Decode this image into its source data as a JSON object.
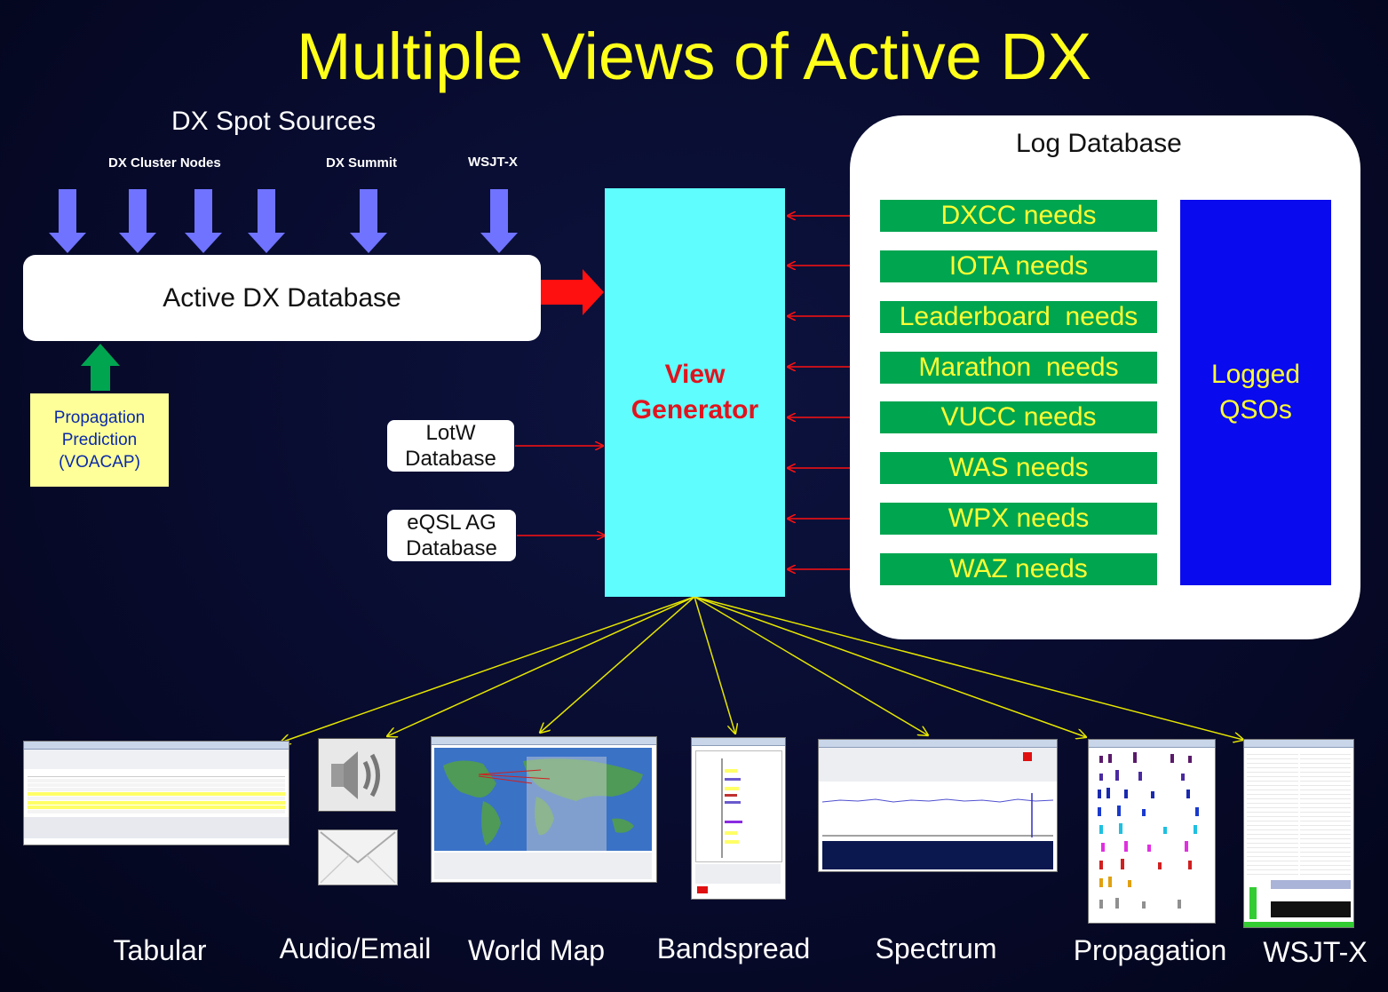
{
  "title": "Multiple Views of Active DX",
  "spot_sources": {
    "heading": "DX Spot Sources",
    "cluster_label": "DX Cluster Nodes",
    "summit_label": "DX Summit",
    "wsjtx_label": "WSJT-X"
  },
  "active_db": {
    "label": "Active DX Database"
  },
  "propagation_box": {
    "lines": [
      "Propagation",
      "Prediction",
      "(VOACAP)"
    ]
  },
  "lotw": {
    "lines": [
      "LotW",
      "Database"
    ]
  },
  "eqsl": {
    "lines": [
      "eQSL AG",
      "Database"
    ]
  },
  "view_generator": {
    "lines": [
      "View",
      "Generator"
    ]
  },
  "log_database": {
    "title": "Log Database",
    "needs": [
      "DXCC needs",
      "IOTA needs",
      "Leaderboard  needs",
      "Marathon  needs",
      "VUCC needs",
      "WAS needs",
      "WPX needs",
      "WAZ needs"
    ],
    "logged_qsos": [
      "Logged",
      "QSOs"
    ]
  },
  "views": [
    "Tabular",
    "Audio/Email",
    "World Map",
    "Bandspread",
    "Spectrum",
    "Propagation",
    "WSJT-X"
  ],
  "colors": {
    "title": "#ffff1a",
    "down_arrow": "#6f73ff",
    "red_arrow": "#ff1010",
    "green_arrow": "#00a550",
    "view_generator_bg": "#5ffdfd",
    "view_generator_text": "#e0141e",
    "needs_bg": "#00a550",
    "needs_text": "#ffff33",
    "logged_bg": "#0a0aee",
    "fan_lines": "#e6e600"
  }
}
